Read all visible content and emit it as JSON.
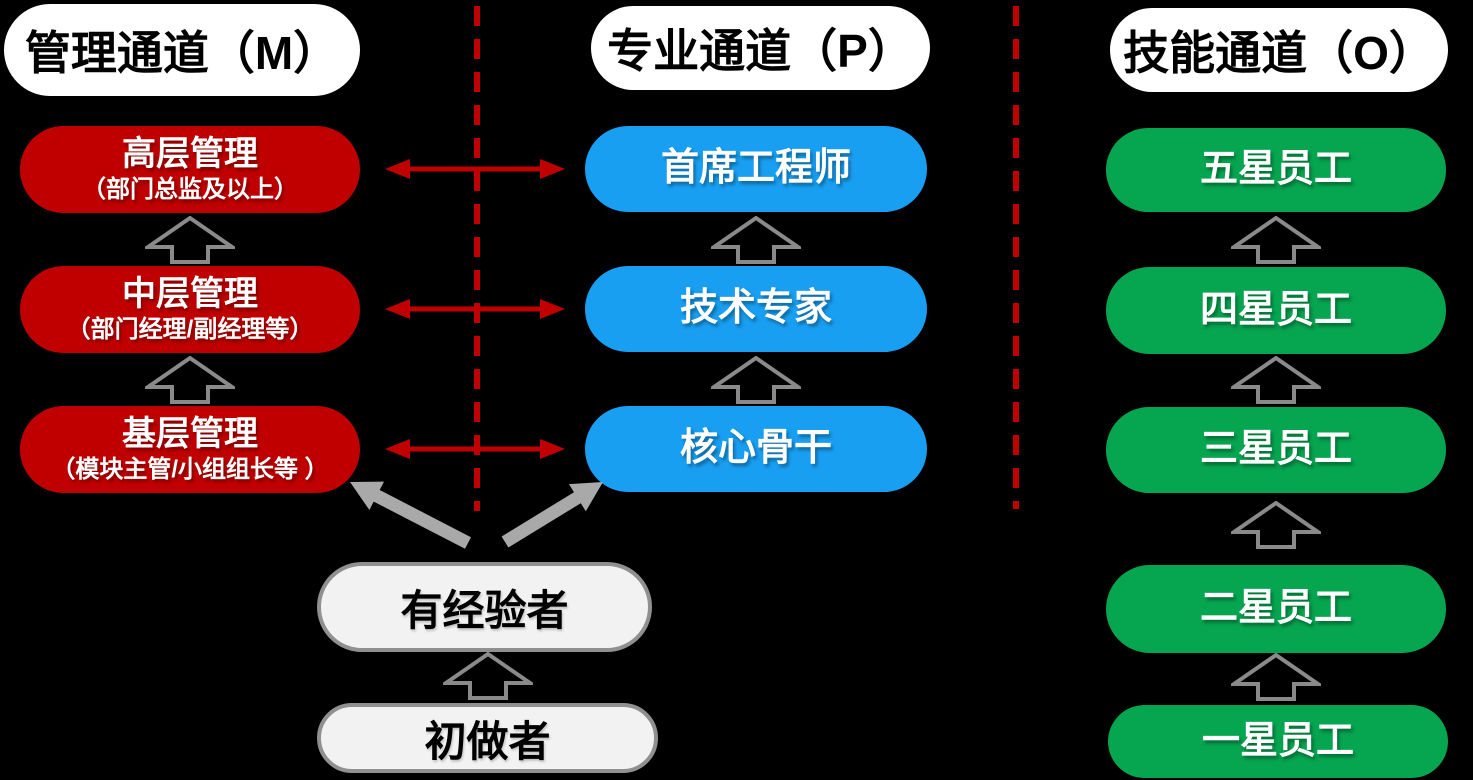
{
  "diagram": {
    "title_semantic": "dual-career-ladder-diagram",
    "columns": [
      {
        "id": "management",
        "header": "管理通道（M）",
        "color": "#C00000",
        "levels": [
          {
            "title": "高层管理",
            "subtitle": "（部门总监及以上）"
          },
          {
            "title": "中层管理",
            "subtitle": "（部门经理/副经理等）"
          },
          {
            "title": "基层管理",
            "subtitle": "（模块主管/小组组长等 ）"
          }
        ]
      },
      {
        "id": "professional",
        "header": "专业通道（P）",
        "color": "#189FF2",
        "levels": [
          {
            "title": "首席工程师"
          },
          {
            "title": "技术专家"
          },
          {
            "title": "核心骨干"
          }
        ]
      },
      {
        "id": "skill",
        "header": "技能通道（O）",
        "color": "#06A550",
        "levels": [
          {
            "title": "五星员工"
          },
          {
            "title": "四星员工"
          },
          {
            "title": "三星员工"
          },
          {
            "title": "二星员工"
          },
          {
            "title": "一星员工"
          }
        ]
      }
    ],
    "entry_levels": [
      {
        "title": "有经验者"
      },
      {
        "title": "初做者"
      }
    ],
    "icons": {
      "promotion": "hollow-up-block-arrow",
      "transfer": "red-double-headed-arrow",
      "entry_path": "thick-gray-diagonal-arrow",
      "divider": "red-dashed-vertical-line"
    },
    "colors": {
      "background": "#000000",
      "management_red": "#C00000",
      "professional_blue": "#189FF2",
      "skill_green": "#06A550",
      "entry_fill": "#F2F2F2",
      "entry_border": "#909090",
      "promotion_arrow_gray": "#8A8A8A",
      "entry_path_arrow_gray": "#A9A9A9",
      "divider_red": "#C00000",
      "header_fill": "#FFFFFF",
      "header_text": "#000000"
    }
  }
}
